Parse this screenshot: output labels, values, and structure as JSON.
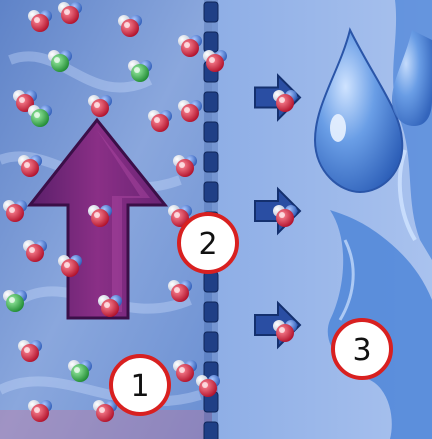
{
  "labels": {
    "step1": "1",
    "step2": "2",
    "step3": "3"
  },
  "colors": {
    "left_chamber": "#6f93d3",
    "right_chamber": "#8fb0e6",
    "membrane": "#1f3f86",
    "membrane_gap": "#e8f0ff",
    "arrow_fill": "#7b2a7e",
    "arrow_edge": "#b04aa5",
    "flow_arrow": "#2a4ea3",
    "droplet": "#4f86d8",
    "droplet_highlight": "#cfe3ff",
    "badge_fill": "#ffffff",
    "badge_ring": "#d82020",
    "molecule_red": "#d8203c",
    "molecule_white": "#f2f2f2",
    "molecule_blue": "#4a7bd6",
    "molecule_green": "#2fb84a"
  },
  "icons": {
    "upward_arrow": "up-arrow-icon",
    "flow_arrows": "right-arrow-icon",
    "molecule": "molecule-icon",
    "droplet": "droplet-icon"
  }
}
